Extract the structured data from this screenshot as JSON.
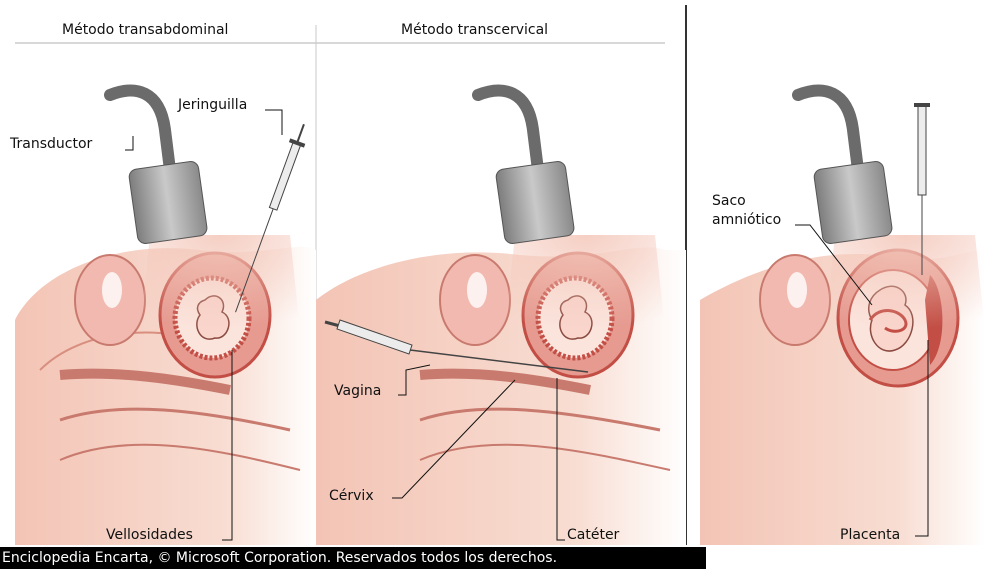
{
  "headers": {
    "transabdominal": "Método transabdominal",
    "transcervical": "Método transcervical"
  },
  "labels": {
    "transductor": "Transductor",
    "jeringuilla": "Jeringuilla",
    "vellosidades": "Vellosidades",
    "vagina": "Vagina",
    "cervix": "Cérvix",
    "cateter": "Catéter",
    "saco_line1": "Saco",
    "saco_line2": "amniótico",
    "placenta": "Placenta"
  },
  "footer": "Enciclopedia Encarta, © Microsoft Corporation. Reservados todos los derechos.",
  "colors": {
    "skin": "#f7d4c6",
    "skin_dark": "#e9a99a",
    "uterus_red": "#c9504a",
    "probe_gray": "#9a9a9a",
    "cable_gray": "#6b6b6b",
    "line": "#1a1a1a"
  }
}
